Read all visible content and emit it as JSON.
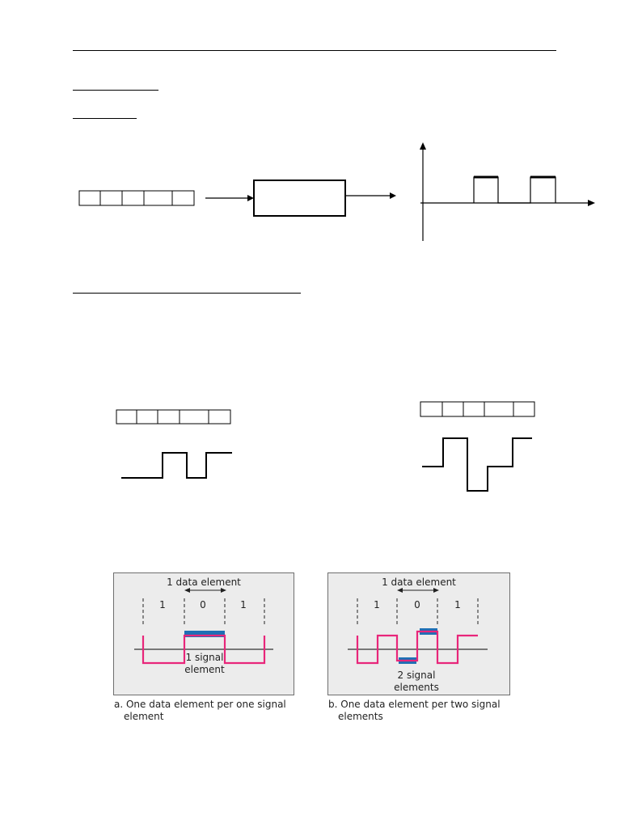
{
  "figure_a": {
    "data_element_label": "1 data element",
    "bits": [
      "1",
      "0",
      "1"
    ],
    "signal_label_line1": "1 signal",
    "signal_label_line2": "element",
    "caption_line1": "a. One data element per one signal",
    "caption_line2": "element"
  },
  "figure_b": {
    "data_element_label": "1 data element",
    "bits": [
      "1",
      "0",
      "1"
    ],
    "signal_label_line1": "2 signal",
    "signal_label_line2": "elements",
    "caption_line1": "b. One data element per two signal",
    "caption_line2": "elements"
  },
  "colors": {
    "signal_line": "#e8267a",
    "highlight": "#1f6fb5",
    "figure_bg": "#ececec"
  }
}
